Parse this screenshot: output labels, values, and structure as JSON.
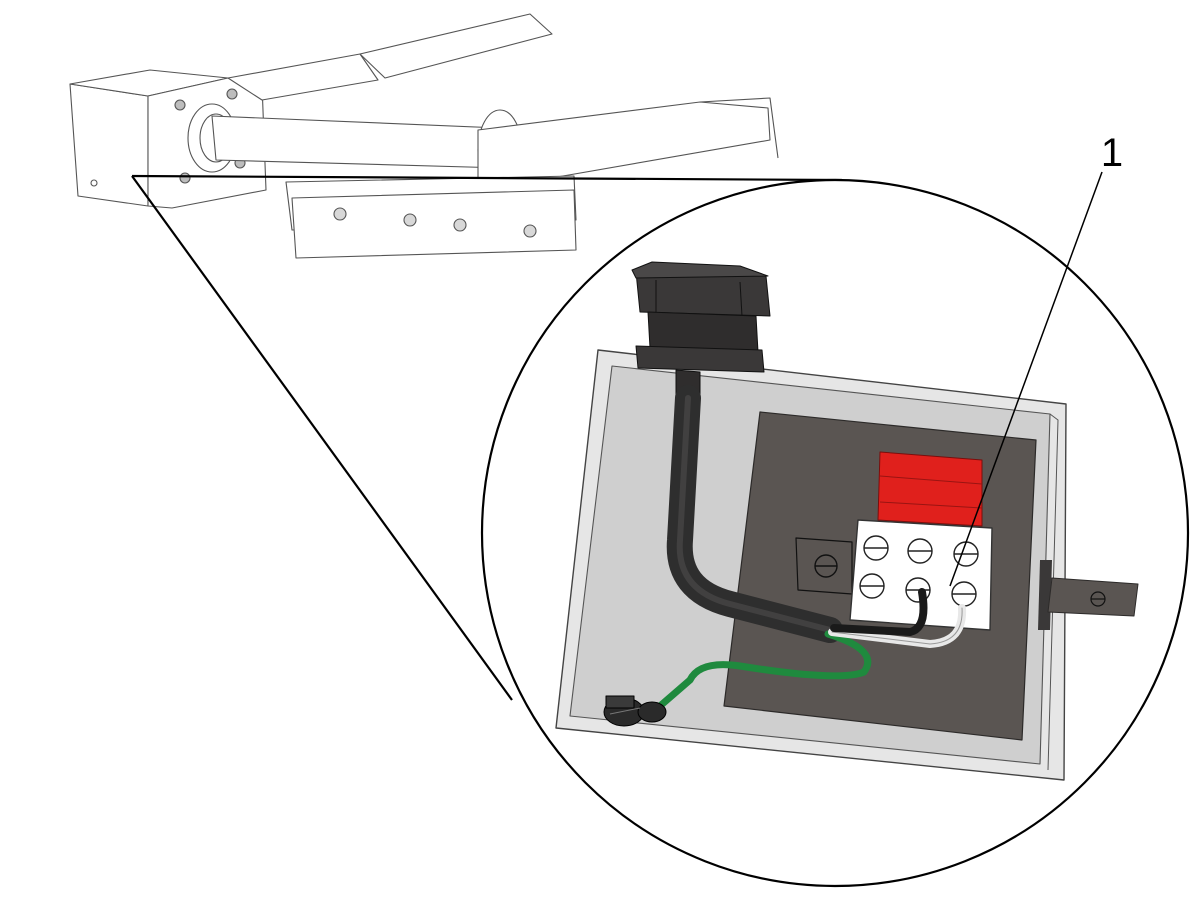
{
  "callouts": [
    {
      "label": "1",
      "target": "terminal-block"
    }
  ],
  "colors": {
    "background": "#ffffff",
    "line_art": "#3a3a3a",
    "enclosure_inner": "#cfcfcf",
    "mounting_plate": "#5a5552",
    "terminal_block": "#ffffff",
    "terminal_cover": "#e0201c",
    "cable_black": "#2e2e2e",
    "wire_white": "#e8e8e8",
    "wire_green": "#1f8a3e"
  },
  "icons": [
    "magnifier-circle",
    "screw-head",
    "cable-gland",
    "ground-lug"
  ]
}
